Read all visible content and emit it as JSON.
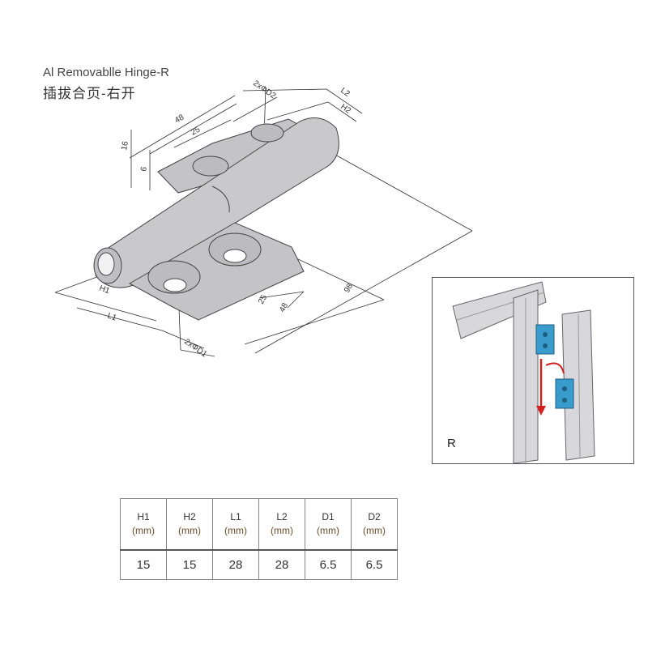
{
  "title": {
    "en": "Al Removablle Hinge-R",
    "cn": "插拔合页-右开"
  },
  "dimensions": {
    "top_length": "48",
    "top_hole_spacing": "25",
    "height_total": "16",
    "height_plate": "6",
    "l2": "L2",
    "h2": "H2",
    "d2": "2xΦD2",
    "h1": "H1",
    "l1": "L1",
    "d1": "2xΦD1",
    "bottom_hole_spacing": "25",
    "bottom_length": "48",
    "overall_length": "98"
  },
  "inset": {
    "label": "R"
  },
  "colors": {
    "hinge": "#c9c9cc",
    "inset_hinge": "#3a9ccc",
    "arrow": "#d02020"
  },
  "table": {
    "headers": [
      {
        "name": "H1",
        "unit": "(mm)"
      },
      {
        "name": "H2",
        "unit": "(mm)"
      },
      {
        "name": "L1",
        "unit": "(mm)"
      },
      {
        "name": "L2",
        "unit": "(mm)"
      },
      {
        "name": "D1",
        "unit": "(mm)"
      },
      {
        "name": "D2",
        "unit": "(mm)"
      }
    ],
    "values": [
      "15",
      "15",
      "28",
      "28",
      "6.5",
      "6.5"
    ]
  }
}
